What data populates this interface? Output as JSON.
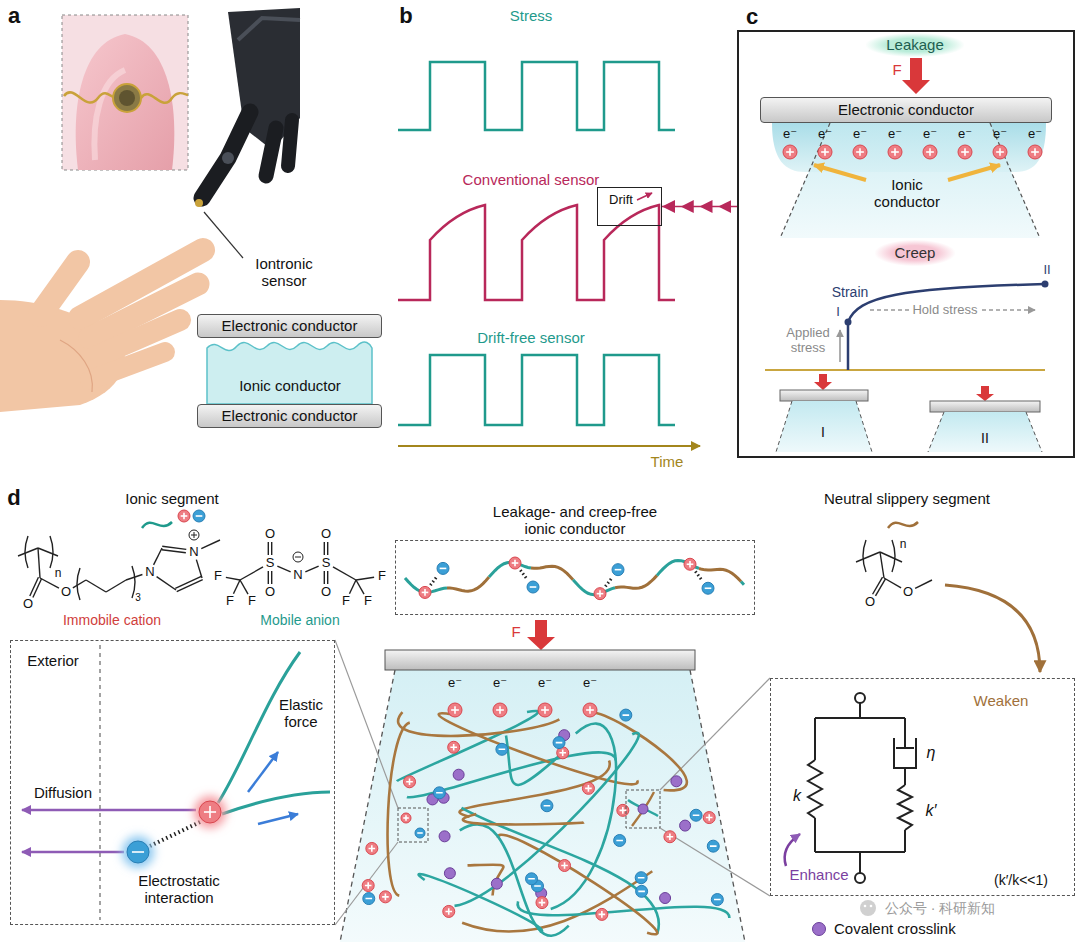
{
  "diagram": {
    "nodes": [
      {
        "text": [
          "Electronic conductor"
        ]
      },
      {
        "text": [
          "Ionic conductor"
        ]
      },
      {
        "text": [
          "Electronic conductor"
        ]
      },
      {
        "text": [
          "Drift"
        ]
      },
      {
        "text": [
          "c"
        ]
      },
      {
        "text": [
          "Leakage"
        ],
        "in": 4
      },
      {
        "text": [
          "Electronic conductor"
        ],
        "in": 4
      },
      {
        "text": [
          "Creep"
        ],
        "in": 4
      },
      {
        "text": [
          "Leakage- and creep-free ionic conductor"
        ]
      },
      {
        "text": [
          "Exterior",
          "Diffusion",
          "Elastic force",
          "Electrostatic interaction"
        ]
      },
      {
        "text": [
          "Weaken",
          "k",
          "η",
          "k′",
          "Enhance",
          "(k′/k<<1)"
        ]
      }
    ],
    "edges": [
      {
        "from": 4,
        "to": 3,
        "arrow": "to"
      }
    ],
    "labels": [
      "a",
      "Iontronic sensor",
      "b",
      "Stress",
      "Conventional sensor",
      "Drift-free sensor",
      "Time",
      "F",
      "e⁻",
      "e⁻",
      "e⁻",
      "e⁻",
      "e⁻",
      "e⁻",
      "e⁻",
      "e⁻",
      "Ionic conductor",
      "Strain",
      "I",
      "Applied stress",
      "Hold stress",
      "II",
      "I",
      "II",
      "d",
      "Ionic segment",
      "n",
      "O",
      "O",
      "3",
      "N",
      "N",
      "F",
      "F",
      "F",
      "S",
      "O",
      "O",
      "N",
      "S",
      "O",
      "O",
      "F",
      "F",
      "F",
      "Immobile cation",
      "Mobile anion",
      "Neutral slippery segment",
      "n",
      "O",
      "O",
      "F",
      "e⁻",
      "e⁻",
      "e⁻",
      "e⁻",
      "公众号 · 科研新知"
    ],
    "legend": [
      {
        "text": "Covalent crosslink",
        "color": "#9b6fc9"
      }
    ]
  }
}
